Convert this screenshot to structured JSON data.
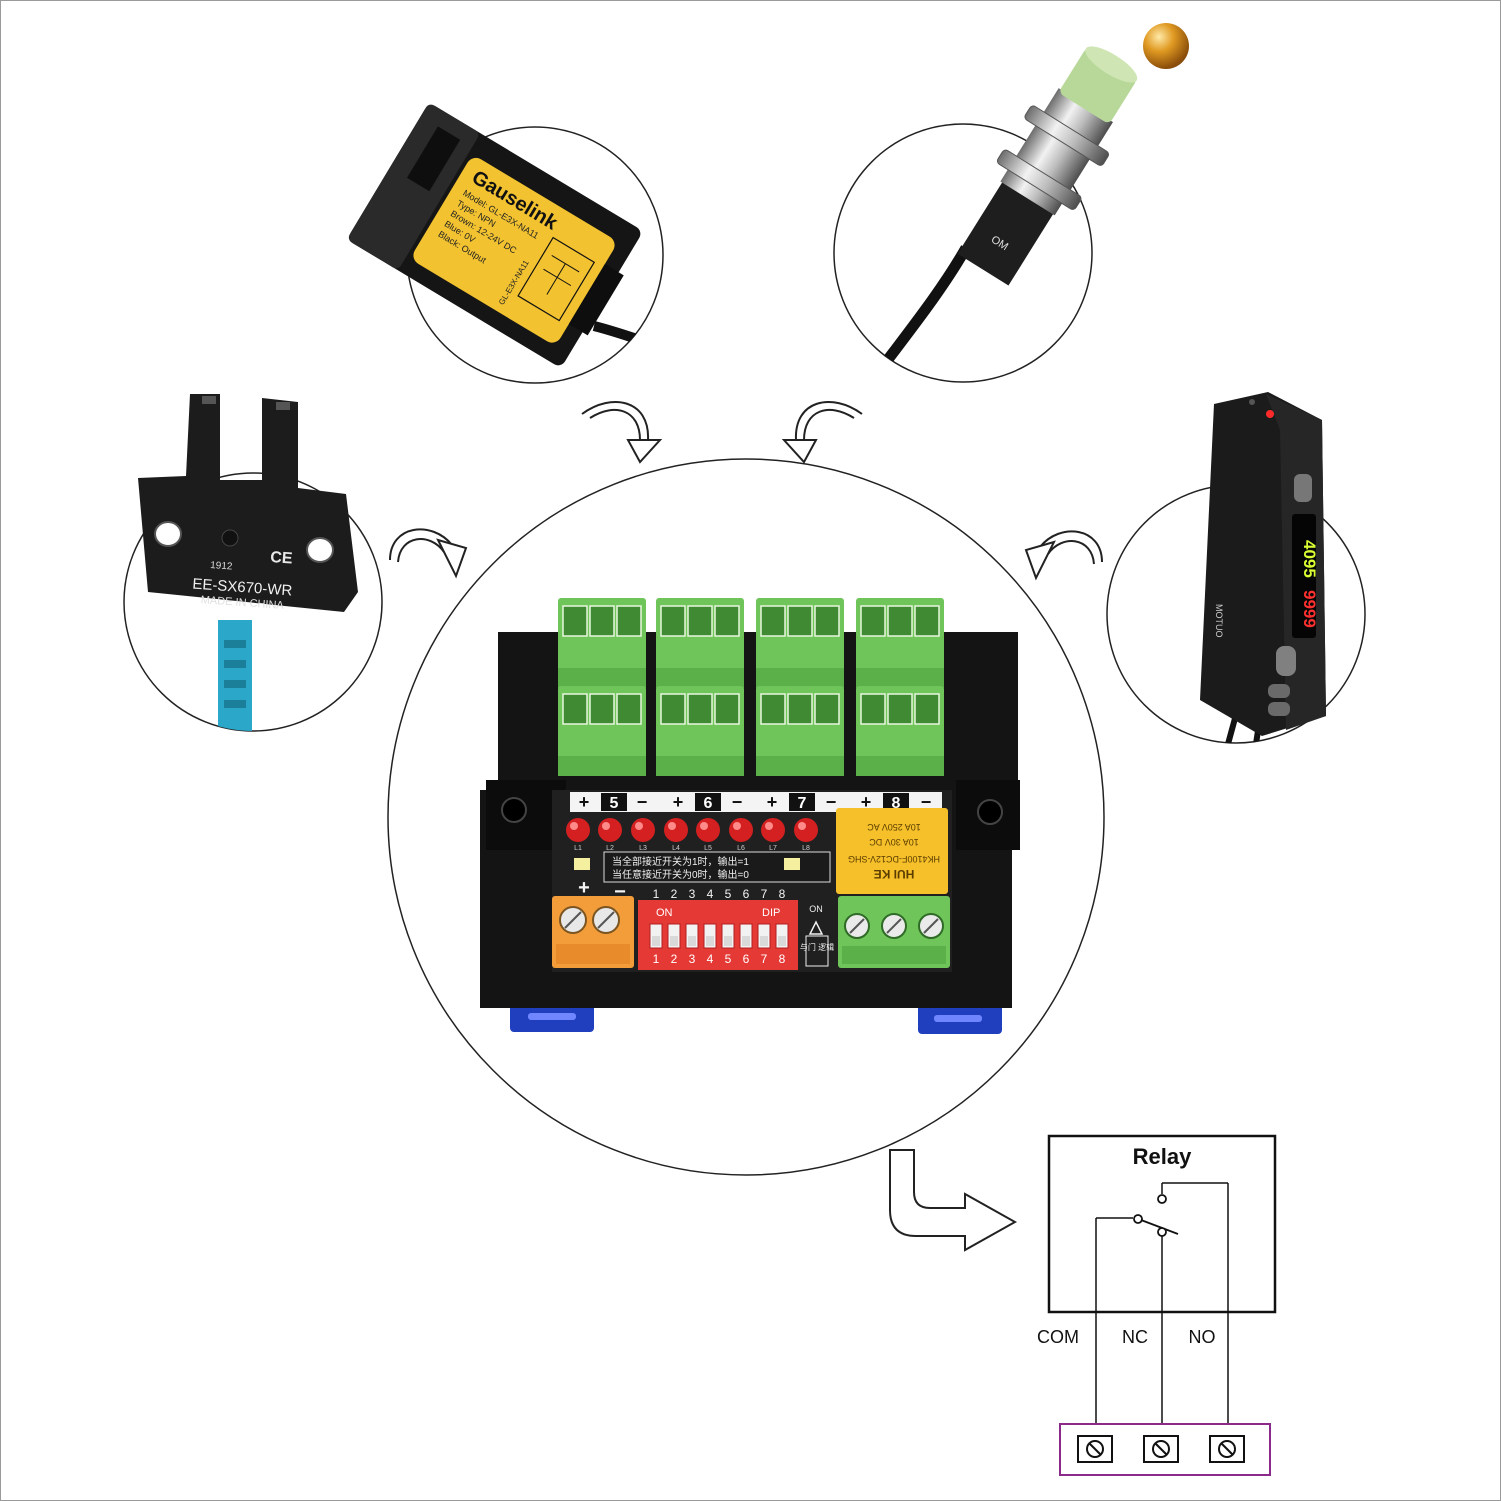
{
  "colors": {
    "outline": "#1a1a1a",
    "terminal_green": "#6fc55a",
    "terminal_green_dark": "#3f8a32",
    "board_black": "#141414",
    "pcb_black": "#202020",
    "dip_red": "#e53935",
    "led_red": "#d42020",
    "relay_yellow": "#f5c02a",
    "power_orange": "#f39c3a",
    "din_clip_blue": "#1f3fbf",
    "gauselink_yellow": "#f2c230",
    "sensor_cap_green": "#b8d89a",
    "cable_blue": "#2aa7c9",
    "ball_gold": "#e09a22",
    "display_red": "#ff3030",
    "display_yellow": "#d9ff33",
    "terminal_box_purple": "#8b2a8b"
  },
  "icons": [
    "curved-arrow-icon",
    "bent-arrow-icon",
    "screw-terminal-icon",
    "switch-contact-icon"
  ],
  "sensors": {
    "slot_sensor": {
      "code": "1912",
      "ce_mark": "CE",
      "model": "EE-SX670-WR",
      "origin": "MADE IN CHINA"
    },
    "fiber_amplifier": {
      "brand": "Gauselink",
      "lines": [
        "Model: GL-E3X-NA11",
        "Type: NPN",
        "Brown: 12-24V DC",
        "Blue: 0V",
        "Black: Output"
      ],
      "side_text": "GL-E3X-NA11"
    },
    "proximity_sensor": {
      "mark": "OM"
    },
    "digital_amplifier": {
      "display_top": "4095",
      "display_bottom": "9999",
      "brand_vertical": "MOTUO"
    }
  },
  "board": {
    "channels": [
      {
        "plus": "+",
        "num": "5",
        "minus": "−"
      },
      {
        "plus": "+",
        "num": "6",
        "minus": "−"
      },
      {
        "plus": "+",
        "num": "7",
        "minus": "−"
      },
      {
        "plus": "+",
        "num": "8",
        "minus": "−"
      }
    ],
    "led_labels": [
      "L1",
      "L2",
      "L3",
      "L4",
      "L5",
      "L6",
      "L7",
      "L8"
    ],
    "notes": [
      "当全部接近开关为1时，输出=1",
      "当任意接近开关为0时，输出=0"
    ],
    "power_plus": "+",
    "power_minus": "−",
    "dip_numbers_top": [
      "1",
      "2",
      "3",
      "4",
      "5",
      "6",
      "7",
      "8"
    ],
    "dip_numbers_bottom": [
      "1",
      "2",
      "3",
      "4",
      "5",
      "6",
      "7",
      "8"
    ],
    "dip_on": "ON",
    "dip_label": "DIP",
    "side_on": "ON",
    "side_text": "与门 逻辑",
    "relay_lines": [
      "10A 250V AC",
      "10A 30V DC",
      "HK4100F-DC12V-SHG",
      "HUI KE"
    ]
  },
  "relay_diagram": {
    "title": "Relay",
    "terminals": [
      "COM",
      "NC",
      "NO"
    ]
  }
}
